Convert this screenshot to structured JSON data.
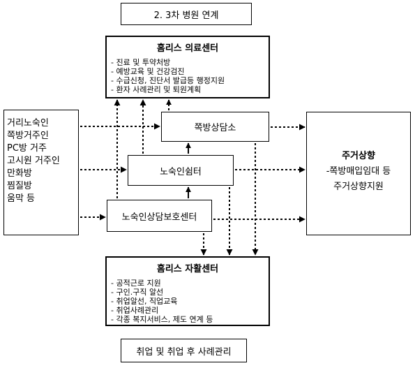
{
  "header_title": "2. 3차 병원 연계",
  "medical_center": {
    "title": "홈리스 의료센터",
    "items": [
      "진료 및 투약처방",
      "예방교육 및 건강검진",
      "수급신청, 진단서 발급등 행정지원",
      "환자 사례관리 및 퇴원계획"
    ]
  },
  "left_targets": [
    "거리노숙인",
    "쪽방거주인",
    "PC방 거주",
    "고시원 거주인",
    "만화방",
    "찜질방",
    "움막 등"
  ],
  "jjokbang_center": "쪽방상담소",
  "shelter": "노숙인쉼터",
  "counseling_center": "노숙인상담보호센터",
  "housing": {
    "title": "주거상향",
    "line1": "-쪽방매입임대 등",
    "line2": "주거상향지원"
  },
  "selfsupport_center": {
    "title": "홈리스 자활센터",
    "items": [
      "공적근로 지원",
      "구인.구직 알선",
      "취업알선, 직업교육",
      "취업사례관리",
      "각종 복지서비스, 제도 연계 등"
    ]
  },
  "footer_note": "취업 및 취업 후 사례관리"
}
